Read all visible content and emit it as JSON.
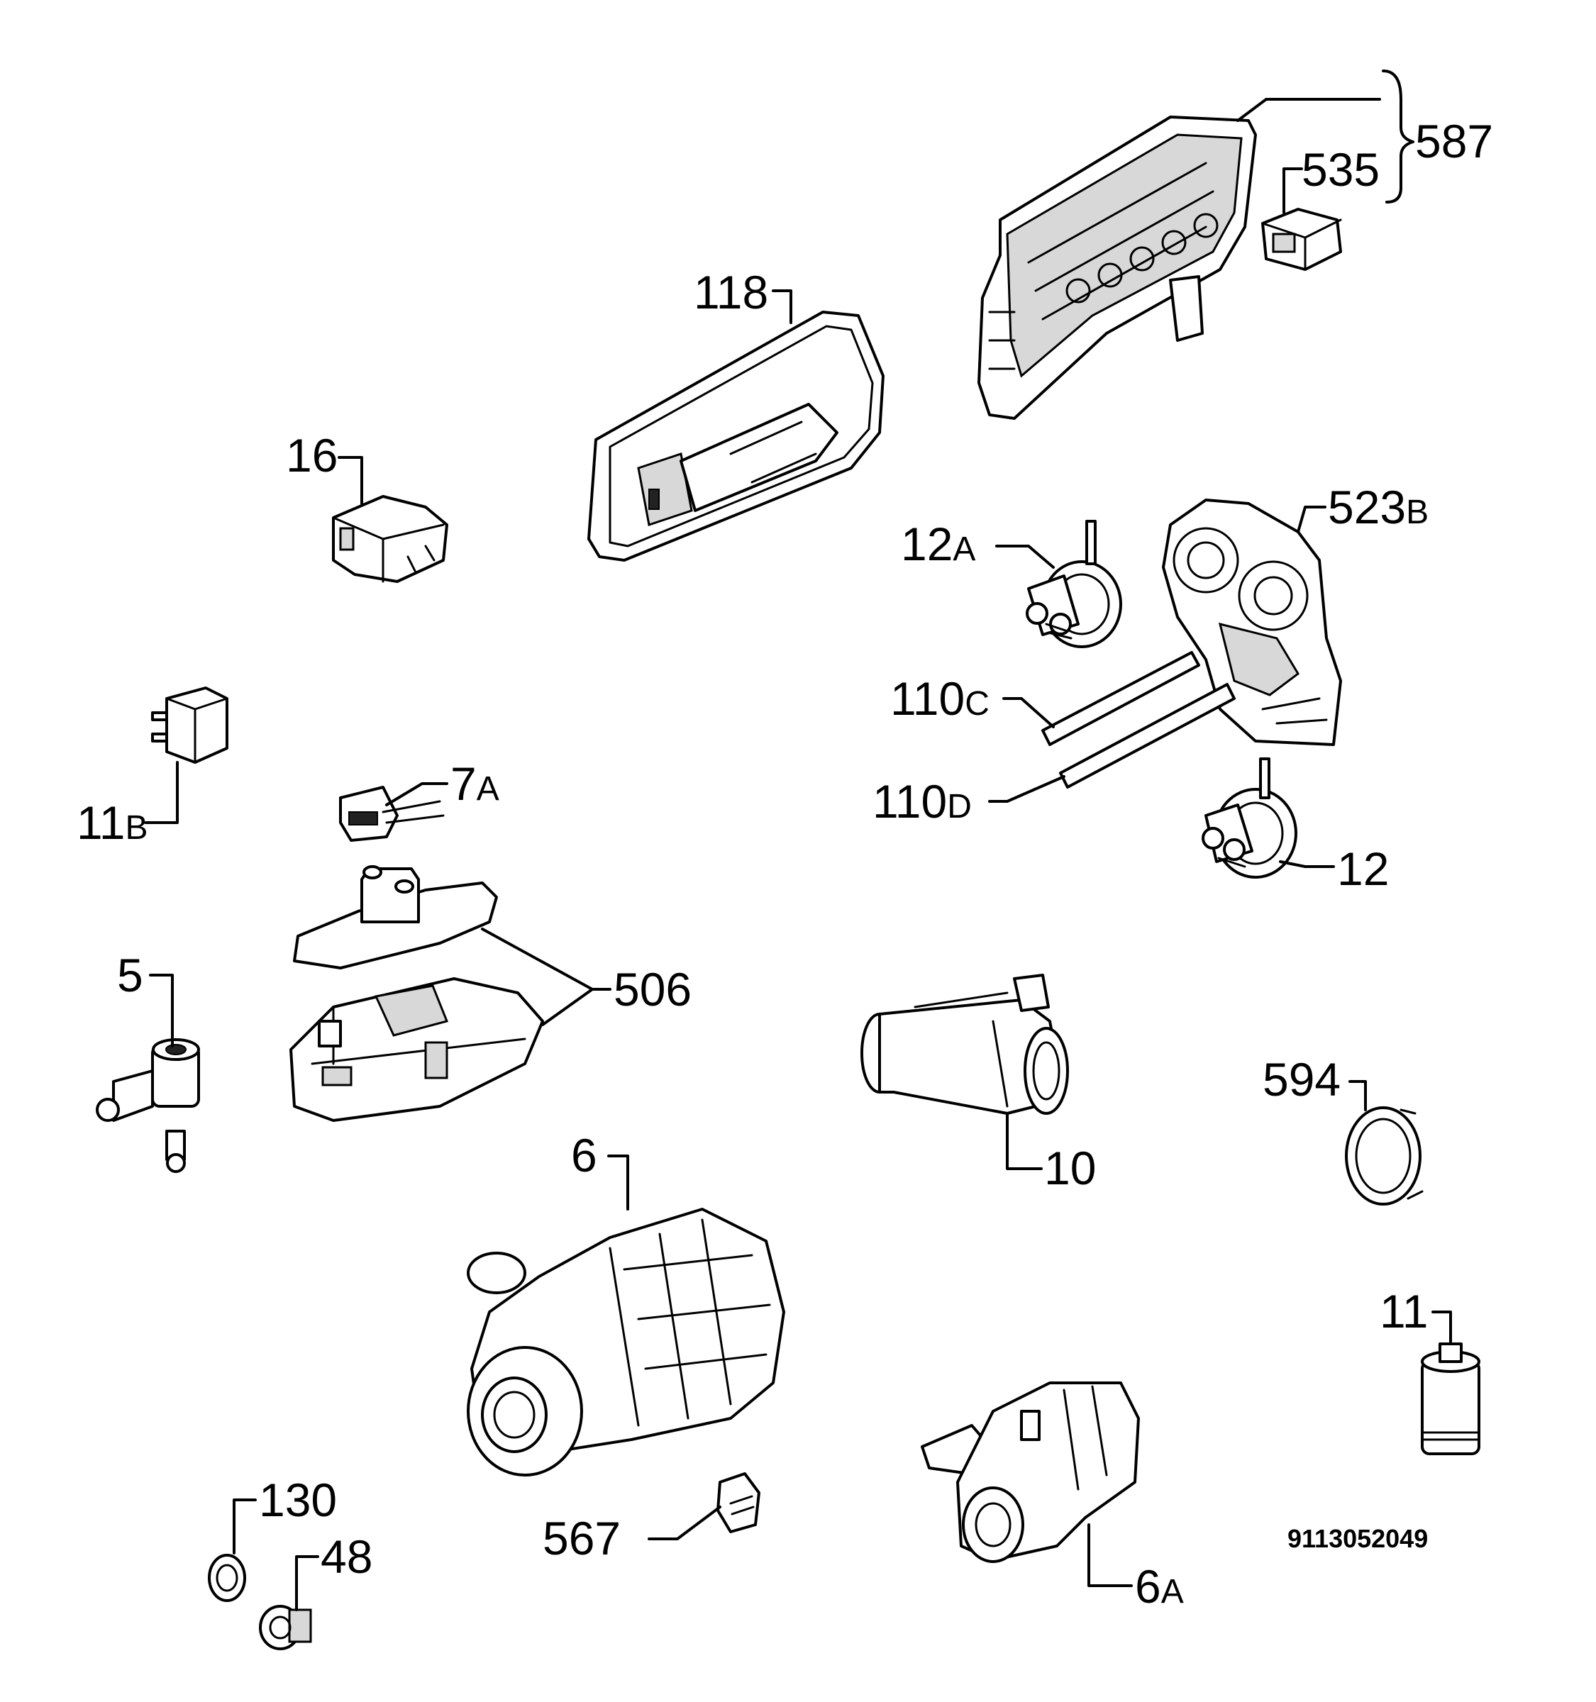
{
  "labels": {
    "p587": "587",
    "p535": "535",
    "p118": "118",
    "p16": "16",
    "p12a_num": "12",
    "p12a_suf": "A",
    "p523b_num": "523",
    "p523b_suf": "B",
    "p110c_num": "110",
    "p110c_suf": "C",
    "p110d_num": "110",
    "p110d_suf": "D",
    "p12": "12",
    "p11b_num": "11",
    "p11b_suf": "B",
    "p7a_num": "7",
    "p7a_suf": "A",
    "p506": "506",
    "p5": "5",
    "p10": "10",
    "p594": "594",
    "p6": "6",
    "p11": "11",
    "p567": "567",
    "p6a_num": "6",
    "p6a_suf": "A",
    "p130": "130",
    "p48": "48"
  },
  "document_number": "9113052049"
}
